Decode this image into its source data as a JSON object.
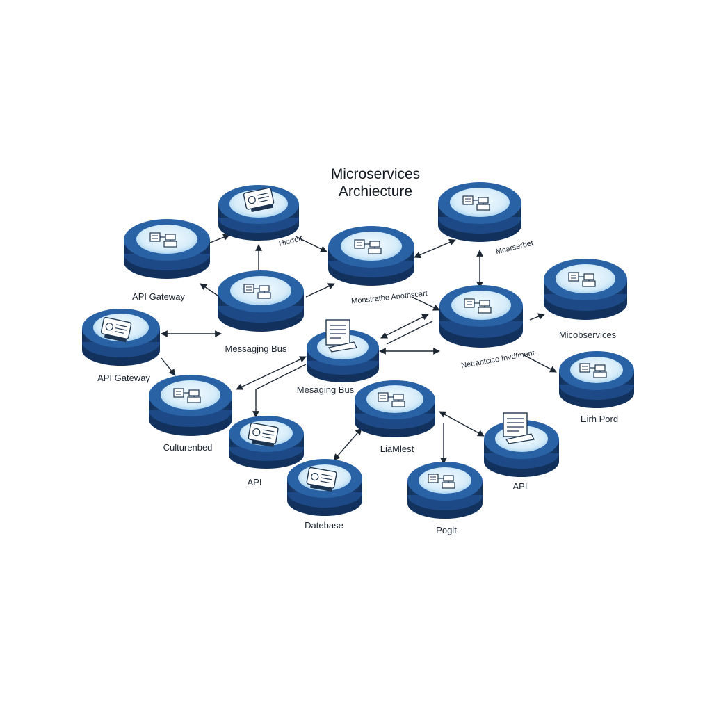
{
  "title": {
    "line1": "Microservices",
    "line2": "Archiecture"
  },
  "colors": {
    "disk_dark": "#163a6b",
    "disk_mid": "#1f4f8c",
    "disk_rim": "#2d6cb0",
    "disk_top": "#3d7fc4",
    "face_light": "#e3f2fb",
    "face_ring": "#aed7f2",
    "arrow": "#1c2633",
    "background": "#ffffff"
  },
  "labels": {
    "api_gateway_top": "API Gateway",
    "api_gateway_left": "API Gatewaγ",
    "messaging_bus_upper": "Messagjng Bus",
    "messaging_bus_center": "Mesaging Bus",
    "cultured": "Culturenbed",
    "api_lower_left": "API",
    "database": "Datebase",
    "lahvest": "LiaMlest",
    "poglt": "Poglt",
    "api_lower_right": "API",
    "eirh_pord": "Eirh Pord",
    "microservices": "Micobservices",
    "netrabtcico": "Netrabtcico Invdfment",
    "monstratbe": "Monstratbe Anothscart",
    "hwobt": "Ηκισοιt",
    "mcarssert": "Μcarserbet"
  },
  "nodes": [
    {
      "id": "n1",
      "icon": "document-icon"
    },
    {
      "id": "n2",
      "icon": "server-icon"
    },
    {
      "id": "n3",
      "icon": "server-icon"
    },
    {
      "id": "n4",
      "icon": "server-icon"
    },
    {
      "id": "n5",
      "icon": "document-icon"
    },
    {
      "id": "n6",
      "icon": "server-icon"
    },
    {
      "id": "n7",
      "icon": "server-icon"
    },
    {
      "id": "n8",
      "icon": "server-icon"
    },
    {
      "id": "n9",
      "icon": "page-icon"
    },
    {
      "id": "n10",
      "icon": "server-icon"
    },
    {
      "id": "n11",
      "icon": "server-icon"
    },
    {
      "id": "n12",
      "icon": "document-icon"
    },
    {
      "id": "n13",
      "icon": "server-icon"
    },
    {
      "id": "n14",
      "icon": "page-icon"
    },
    {
      "id": "n15",
      "icon": "document-icon"
    },
    {
      "id": "n16",
      "icon": "server-icon"
    }
  ]
}
